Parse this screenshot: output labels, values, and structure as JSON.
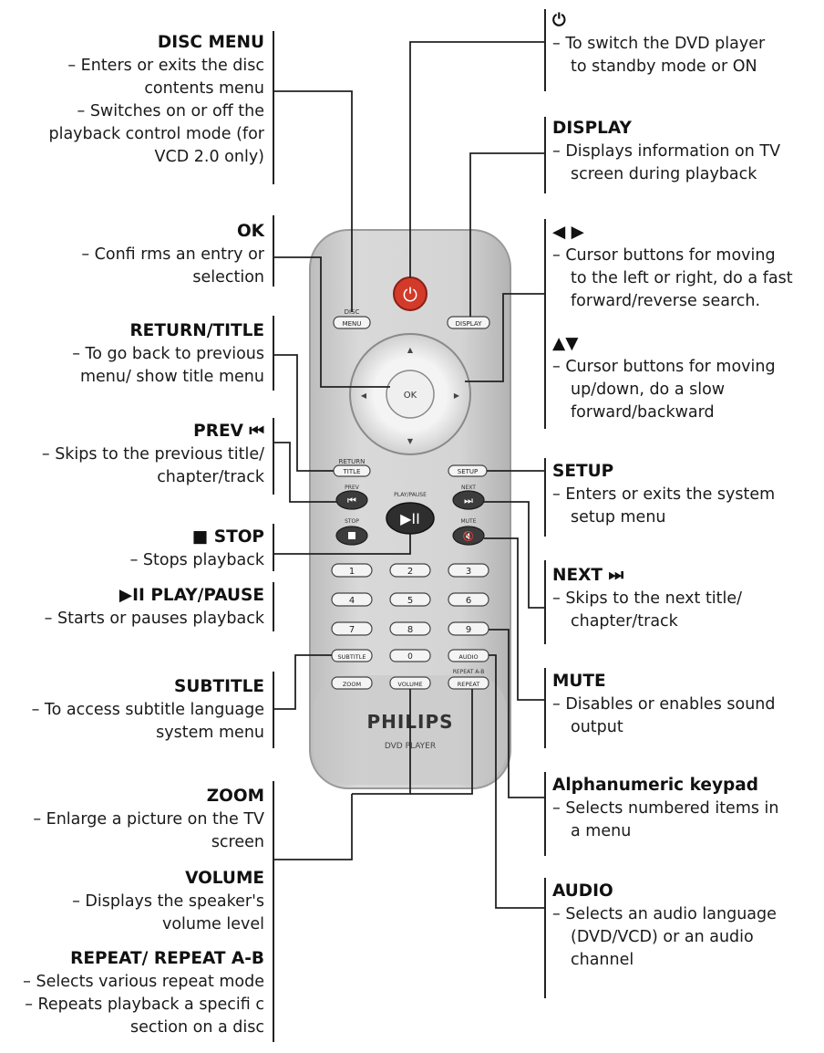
{
  "power_symbol": "⏻",
  "left": [
    {
      "id": "disc_menu",
      "title": "DISC MENU",
      "lines": [
        "– Enters or exits the disc",
        "contents menu",
        "– Switches on or off the",
        "playback control mode (for",
        "VCD 2.0 only)"
      ]
    },
    {
      "id": "ok",
      "title": "OK",
      "lines": [
        "– Confi rms an entry or",
        "selection"
      ]
    },
    {
      "id": "return_title",
      "title": "RETURN/TITLE",
      "lines": [
        "– To go back to previous",
        "menu/ show title menu"
      ]
    },
    {
      "id": "prev",
      "title": "PREV ⏮",
      "lines": [
        "– Skips to the previous title/",
        "chapter/track"
      ]
    },
    {
      "id": "stop",
      "title": "■ STOP",
      "lines": [
        "– Stops playback"
      ]
    },
    {
      "id": "play_pause",
      "title": "▶II PLAY/PAUSE",
      "lines": [
        "– Starts or pauses playback"
      ]
    },
    {
      "id": "subtitle",
      "title": "SUBTITLE",
      "lines": [
        "– To access subtitle language",
        "system menu"
      ]
    },
    {
      "id": "zoom",
      "title": "ZOOM",
      "lines": [
        "– Enlarge a picture on the TV",
        "screen"
      ]
    },
    {
      "id": "volume",
      "title": "VOLUME",
      "lines": [
        "– Displays the speaker's",
        "volume level"
      ]
    },
    {
      "id": "repeat",
      "title": "REPEAT/ REPEAT A-B",
      "lines": [
        "– Selects various repeat mode",
        "– Repeats playback a specifi c",
        "section on a disc"
      ]
    }
  ],
  "right": [
    {
      "id": "power",
      "title": "",
      "lines": [
        "– To switch the DVD player",
        "to standby mode or ON"
      ]
    },
    {
      "id": "display",
      "title": "DISPLAY",
      "lines": [
        "– Displays information on TV",
        "screen during playback"
      ]
    },
    {
      "id": "left_right",
      "title": "◀ ▶",
      "lines": [
        "– Cursor buttons for moving",
        "to the left or right, do a fast",
        "forward/reverse search."
      ]
    },
    {
      "id": "up_down",
      "title": "▲▼",
      "lines": [
        "– Cursor buttons for moving",
        "up/down, do a slow",
        "forward/backward"
      ]
    },
    {
      "id": "setup",
      "title": "SETUP",
      "lines": [
        "– Enters or exits the system",
        "setup menu"
      ]
    },
    {
      "id": "next",
      "title": "NEXT ⏭",
      "lines": [
        "– Skips to the next title/",
        "chapter/track"
      ]
    },
    {
      "id": "mute",
      "title": "MUTE",
      "lines": [
        "– Disables or enables sound",
        "output"
      ]
    },
    {
      "id": "keypad",
      "title": "Alphanumeric keypad",
      "lines": [
        "– Selects numbered items in",
        "a menu"
      ]
    },
    {
      "id": "audio",
      "title": "AUDIO",
      "lines": [
        "– Selects an audio language",
        "(DVD/VCD) or an audio",
        "channel"
      ]
    }
  ],
  "remote": {
    "disc_top": "DISC",
    "disc_bottom": "MENU",
    "display": "DISPLAY",
    "up": "▲",
    "down": "▼",
    "left": "◀",
    "right": "▶",
    "ok": "OK",
    "return_top": "RETURN",
    "return_bottom": "TITLE",
    "setup": "SETUP",
    "prev": "PREV",
    "play_pause": "PLAY/PAUSE",
    "next": "NEXT",
    "stop": "STOP",
    "mute": "MUTE",
    "keys": [
      "1",
      "2",
      "3",
      "4",
      "5",
      "6",
      "7",
      "8",
      "9"
    ],
    "subtitle": "SUBTITLE",
    "zero": "0",
    "audio": "AUDIO",
    "zoom": "ZOOM",
    "volume": "VOLUME",
    "repeat_top": "REPEAT A-B",
    "repeat": "REPEAT",
    "brand": "PHILIPS",
    "model": "DVD PLAYER"
  },
  "colors": {
    "remote_body": "#d2d2d2",
    "power_button": "#d23a2a",
    "line": "#222222"
  }
}
